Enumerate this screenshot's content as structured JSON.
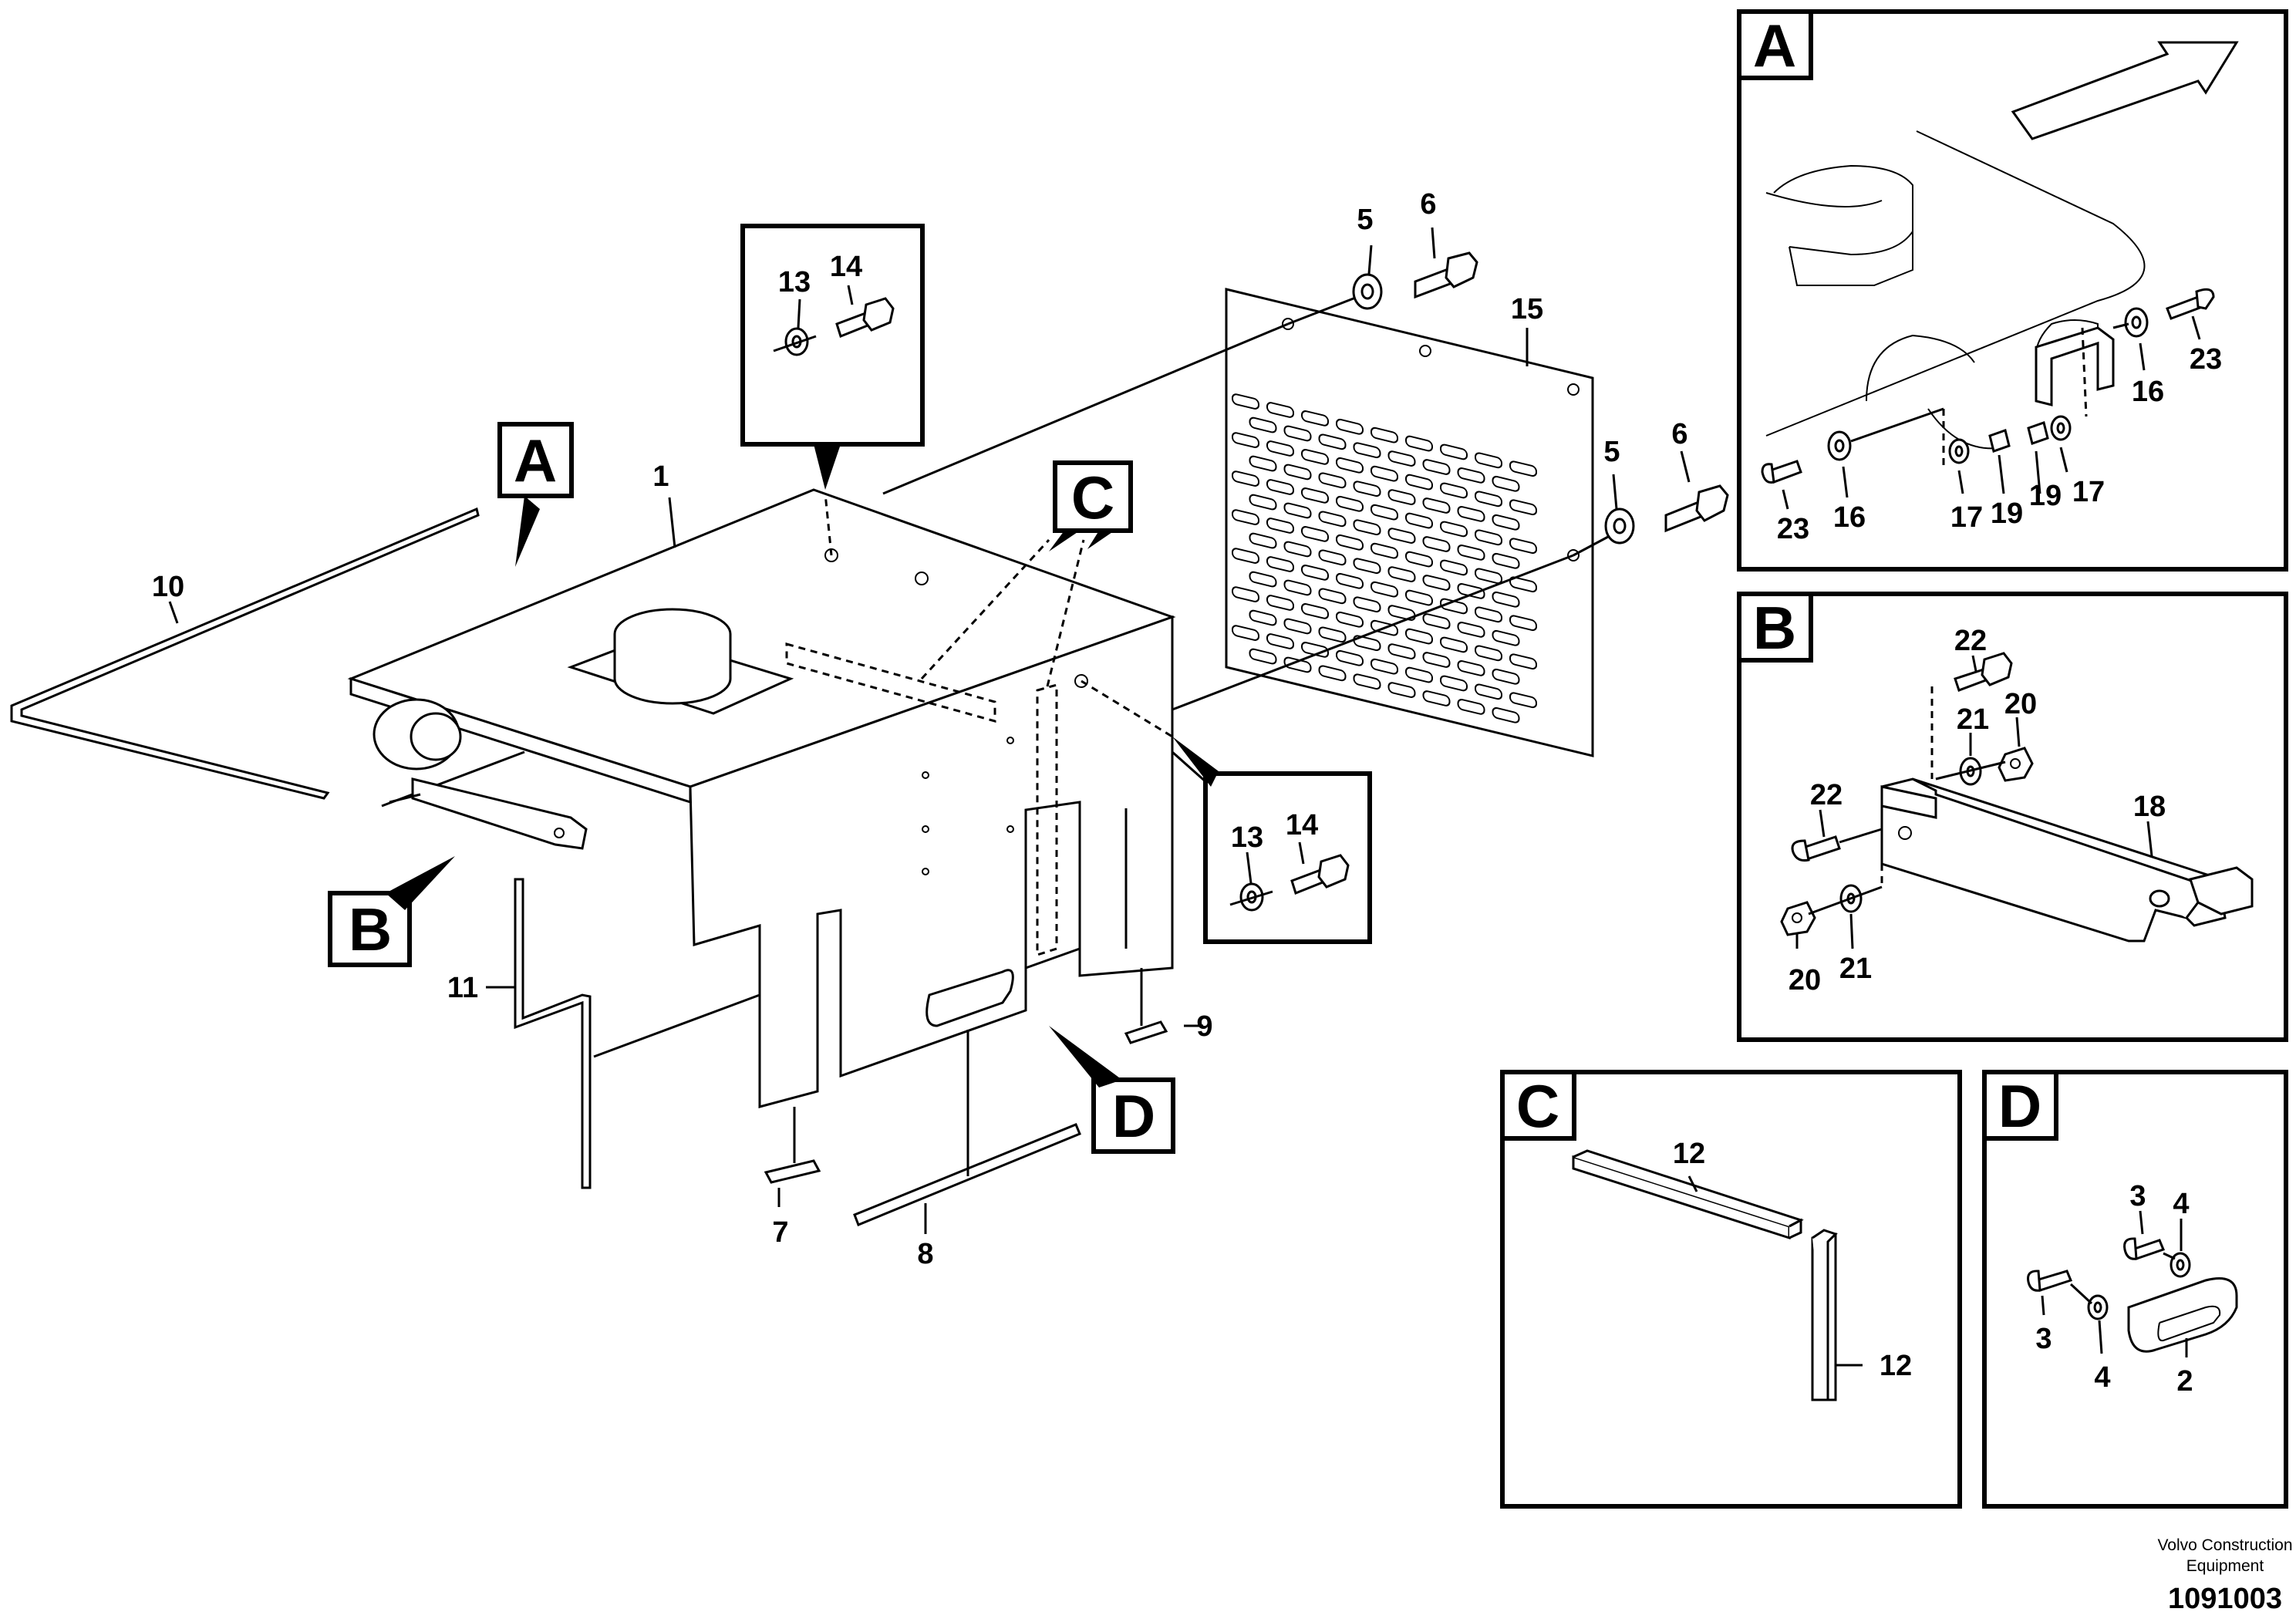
{
  "callouts": {
    "main": [
      {
        "text": "1"
      },
      {
        "text": "5"
      },
      {
        "text": "6"
      },
      {
        "text": "5"
      },
      {
        "text": "6"
      },
      {
        "text": "15"
      },
      {
        "text": "10"
      },
      {
        "text": "11"
      },
      {
        "text": "9"
      },
      {
        "text": "7"
      },
      {
        "text": "8"
      },
      {
        "text": "13"
      },
      {
        "text": "14"
      },
      {
        "text": "13"
      },
      {
        "text": "14"
      }
    ],
    "detail_a": [
      {
        "text": "23"
      },
      {
        "text": "16"
      },
      {
        "text": "17"
      },
      {
        "text": "19"
      },
      {
        "text": "19"
      },
      {
        "text": "17"
      },
      {
        "text": "16"
      },
      {
        "text": "23"
      }
    ],
    "detail_b": [
      {
        "text": "22"
      },
      {
        "text": "20"
      },
      {
        "text": "21"
      },
      {
        "text": "22"
      },
      {
        "text": "18"
      },
      {
        "text": "20"
      },
      {
        "text": "21"
      }
    ],
    "detail_c": [
      {
        "text": "12"
      },
      {
        "text": "12"
      }
    ],
    "detail_d": [
      {
        "text": "3"
      },
      {
        "text": "4"
      },
      {
        "text": "3"
      },
      {
        "text": "4"
      },
      {
        "text": "2"
      }
    ]
  },
  "view_labels": {
    "main_a": "A",
    "main_b": "B",
    "main_c": "C",
    "main_d": "D",
    "detail_a": "A",
    "detail_b": "B",
    "detail_c": "C",
    "detail_d": "D"
  },
  "footer": {
    "company_line1": "Volvo Construction",
    "company_line2": "Equipment",
    "doc_number": "1091003"
  }
}
